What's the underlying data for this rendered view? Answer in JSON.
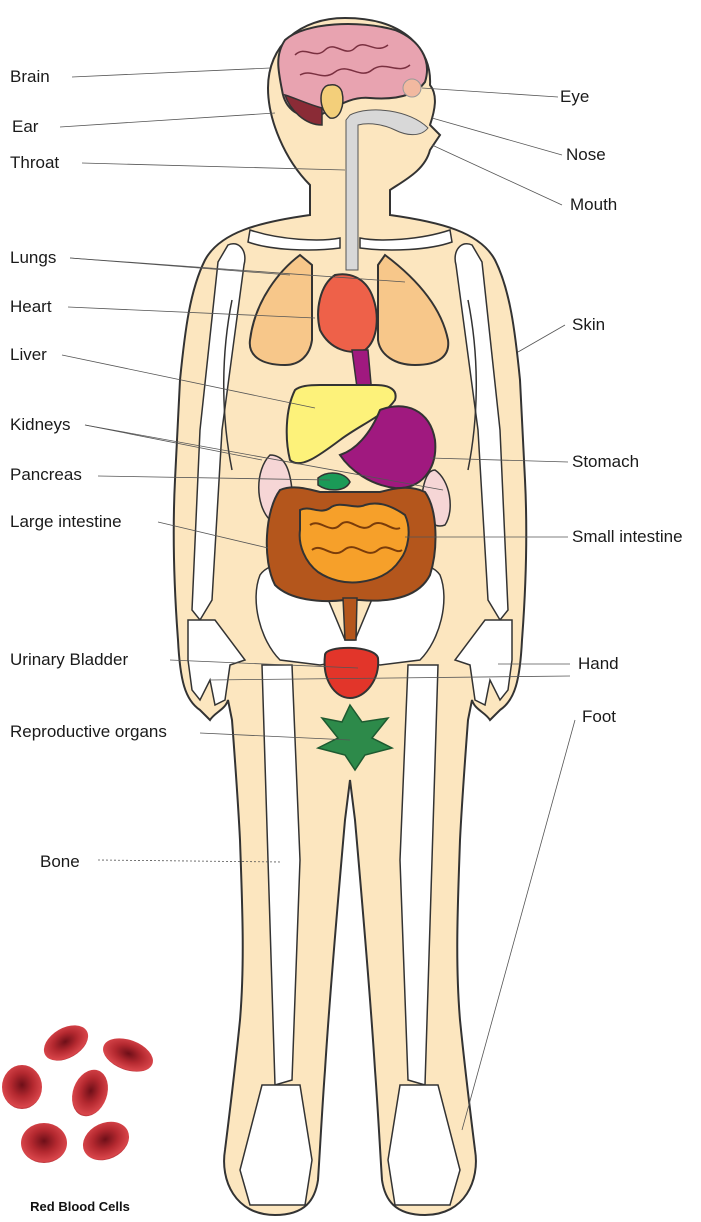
{
  "labels": {
    "brain": "Brain",
    "ear": "Ear",
    "throat": "Throat",
    "lungs": "Lungs",
    "heart": "Heart",
    "liver": "Liver",
    "kidneys": "Kidneys",
    "pancreas": "Pancreas",
    "large_intestine": "Large intestine",
    "urinary_bladder": "Urinary Bladder",
    "reproductive_organs": "Reproductive organs",
    "bone": "Bone",
    "eye": "Eye",
    "nose": "Nose",
    "mouth": "Mouth",
    "skin": "Skin",
    "stomach": "Stomach",
    "small_intestine": "Small intestine",
    "hand": "Hand",
    "foot": "Foot"
  },
  "inset": {
    "caption": "Red Blood Cells"
  },
  "colors": {
    "skin": "#fce6bf",
    "outline": "#333333",
    "bone": "#ffffff",
    "brain": "#e8a3b0",
    "lungs": "#f7c78a",
    "heart": "#ee6149",
    "liver": "#fdf27a",
    "stomach": "#a0197f",
    "pancreas": "#1b9a57",
    "kidneys": "#f6d6d6",
    "large_intestine": "#b4561c",
    "small_intestine": "#f6a02a",
    "bladder": "#e2352a",
    "reproductive": "#2d8a4a",
    "blood_cell": "#b3282f"
  }
}
